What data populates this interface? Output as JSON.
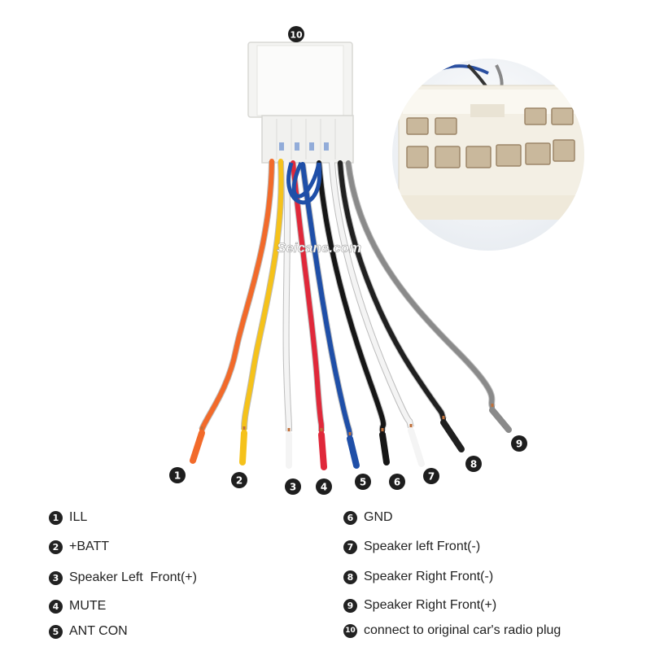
{
  "watermark": "Seicane.com",
  "connector_label": "10",
  "wires": [
    {
      "number": "1",
      "color": "#f26a2a"
    },
    {
      "number": "2",
      "color": "#f5c21b"
    },
    {
      "number": "3",
      "color": "#f4f4f4"
    },
    {
      "number": "4",
      "color": "#e0283a"
    },
    {
      "number": "5",
      "color": "#1f4fa8"
    },
    {
      "number": "6",
      "color": "#161616"
    },
    {
      "number": "7",
      "color": "#f4f4f4"
    },
    {
      "number": "8",
      "color": "#202020"
    },
    {
      "number": "9",
      "color": "#8a8a8a"
    }
  ],
  "legend": [
    {
      "number": "1",
      "label": "ILL"
    },
    {
      "number": "2",
      "label": "+BATT"
    },
    {
      "number": "3",
      "label": "Speaker Left  Front(+)"
    },
    {
      "number": "4",
      "label": "MUTE"
    },
    {
      "number": "5",
      "label": "ANT CON"
    },
    {
      "number": "6",
      "label": "GND"
    },
    {
      "number": "7",
      "label": "Speaker left Front(-)"
    },
    {
      "number": "8",
      "label": "Speaker Right Front(-)"
    },
    {
      "number": "9",
      "label": "Speaker Right Front(+)"
    },
    {
      "number": "10",
      "label": "connect to original car's radio plug"
    }
  ]
}
